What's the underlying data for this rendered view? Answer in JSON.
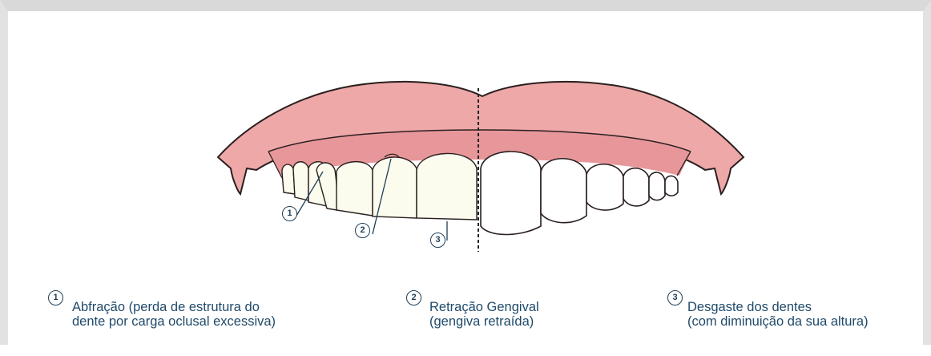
{
  "callouts": [
    {
      "number": "1",
      "line1": "Abfração (perda de estrutura do",
      "line2": "dente por carga oclusal excessiva)"
    },
    {
      "number": "2",
      "line1": "Retração Gengival",
      "line2": "(gengiva retraída)"
    },
    {
      "number": "3",
      "line1": "Desgaste dos dentes",
      "line2": "(com diminuição da sua altura)"
    }
  ],
  "colors": {
    "gum": "#eea8a8",
    "gum_dark": "#e28f90",
    "gum_outline": "#2a1f1f",
    "tooth_left": "#fbfbee",
    "tooth_right": "#ffffff",
    "label": "#1f4a6a"
  }
}
